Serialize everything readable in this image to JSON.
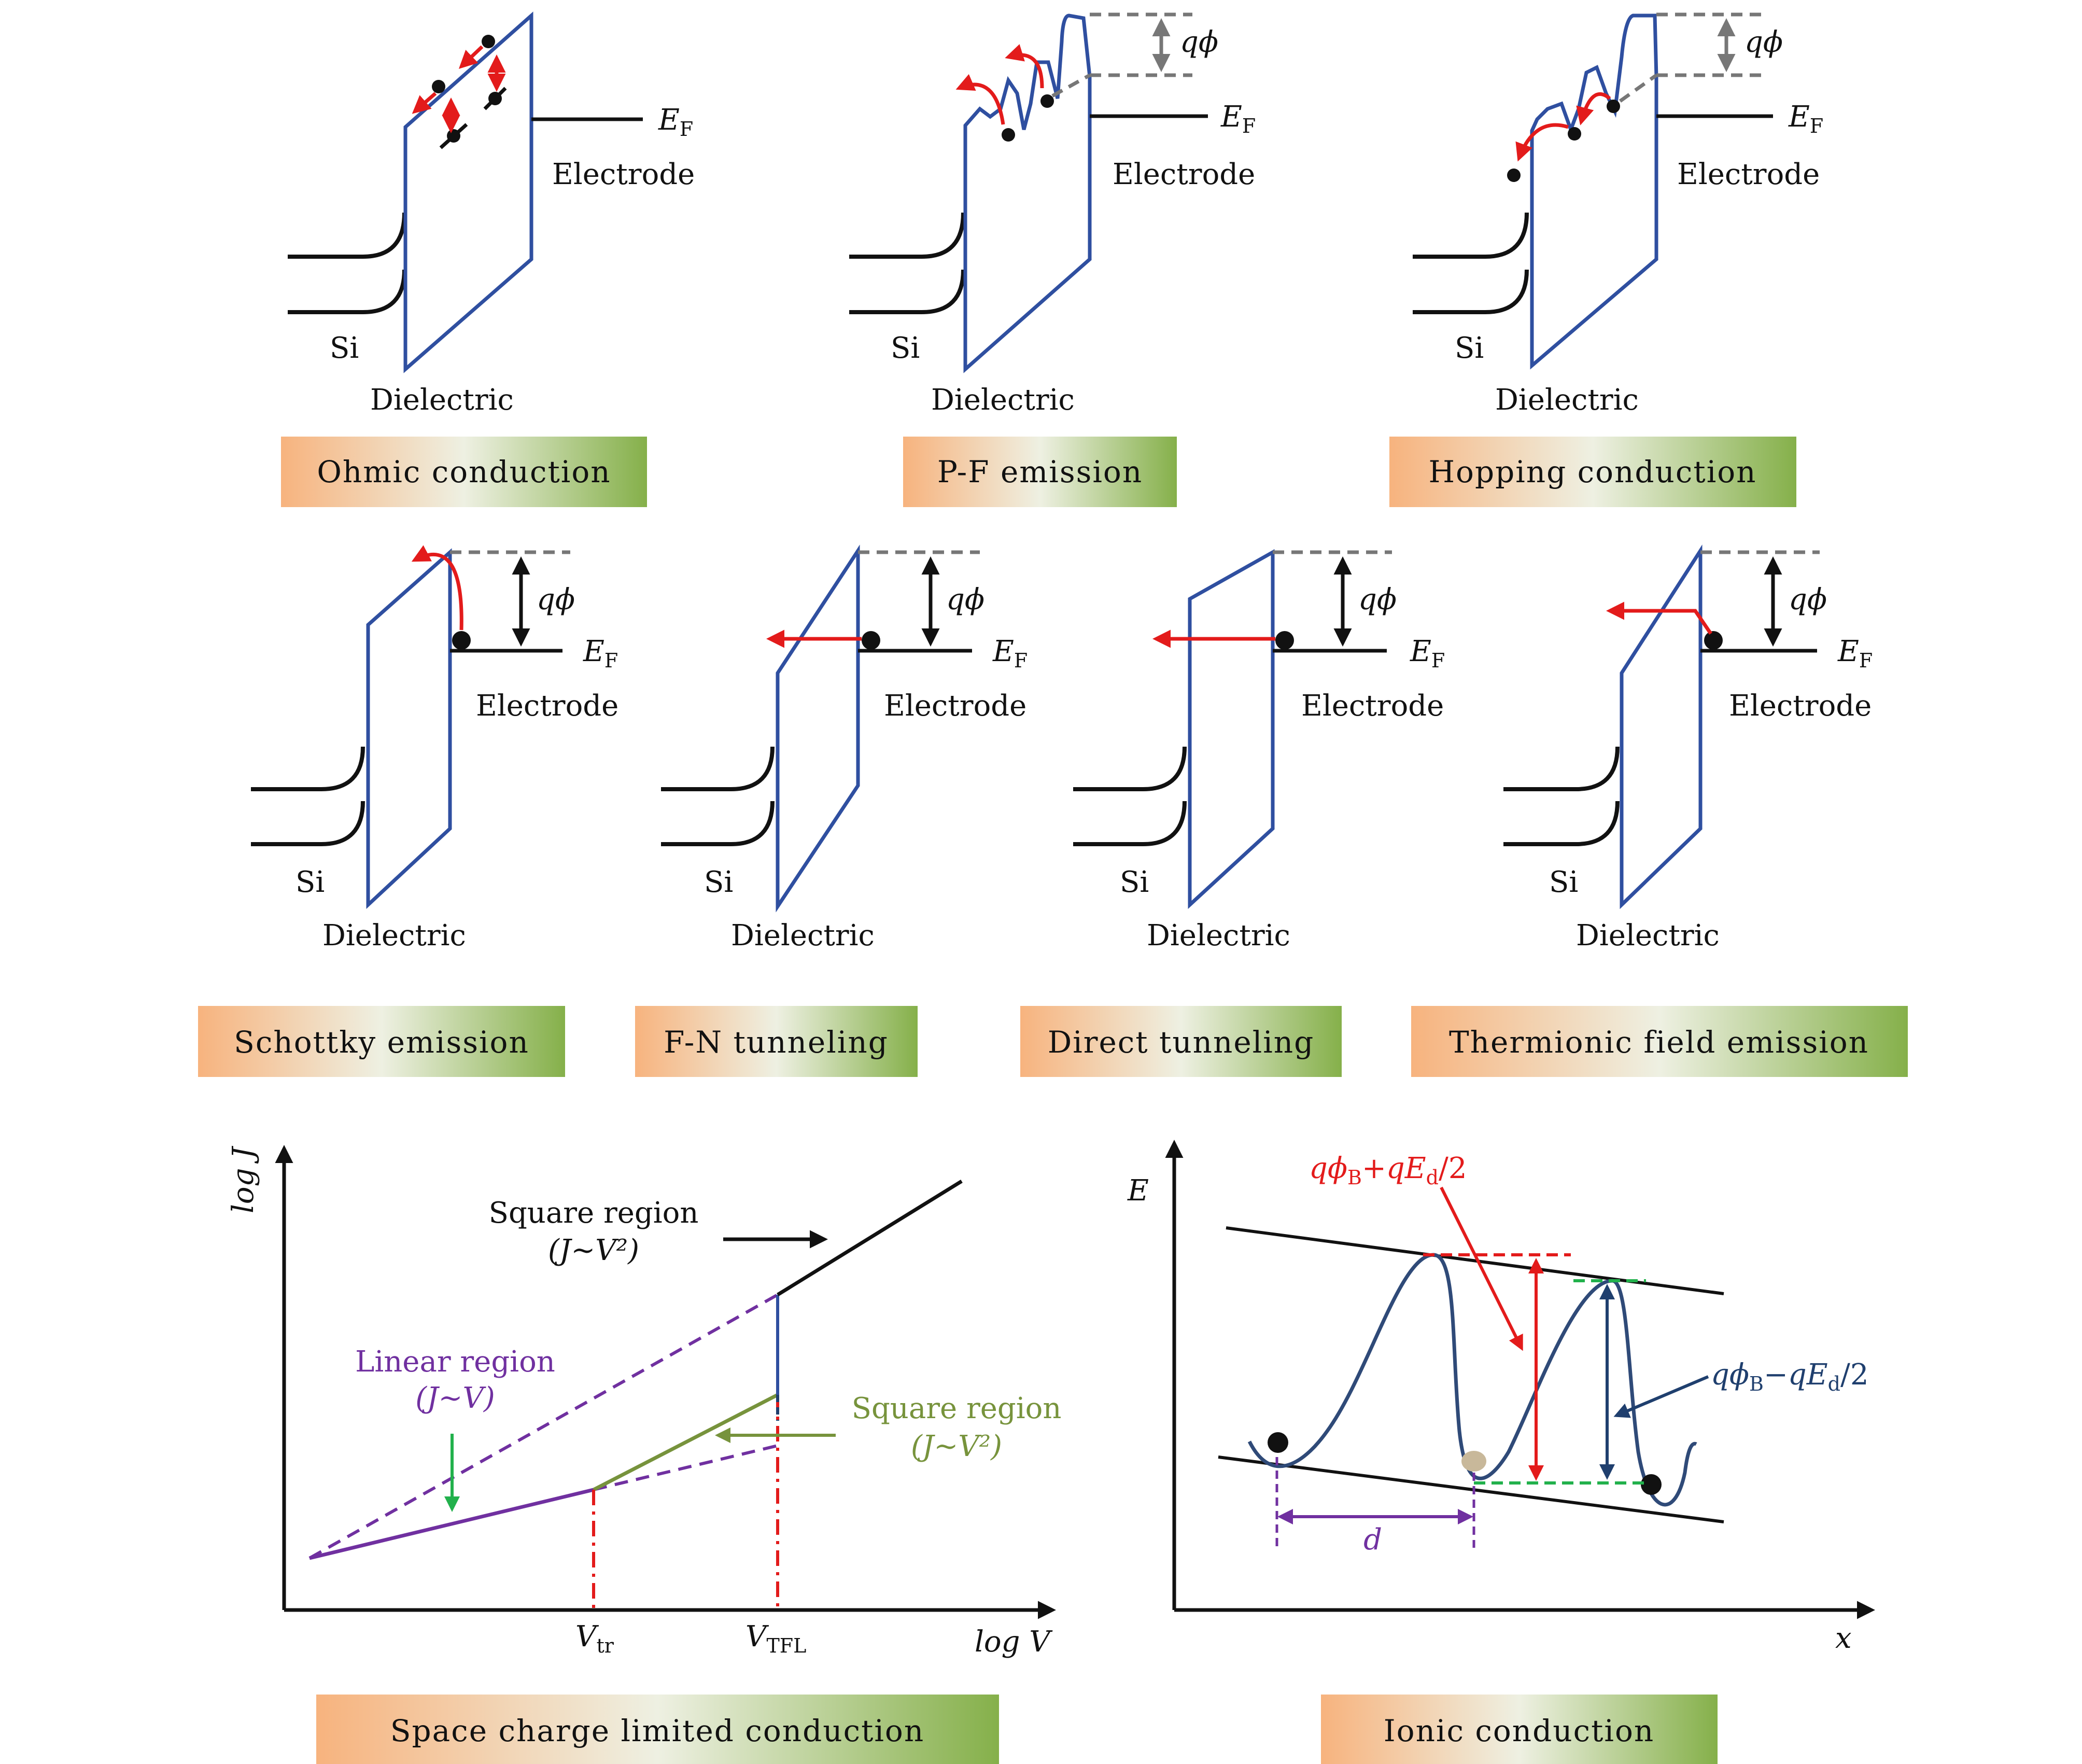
{
  "labels": {
    "ef": "E",
    "ef_sub": "F",
    "electrode": "Electrode",
    "si": "Si",
    "dielectric": "Dielectric",
    "qphi_q": "q",
    "qphi_phi": "ϕ"
  },
  "panels": [
    {
      "caption": "Ohmic conduction"
    },
    {
      "caption": "P-F emission"
    },
    {
      "caption": "Hopping conduction"
    },
    {
      "caption": "Schottky emission"
    },
    {
      "caption": "F-N tunneling"
    },
    {
      "caption": "Direct tunneling"
    },
    {
      "caption": "Thermionic field emission"
    }
  ],
  "sclc": {
    "caption": "Space charge limited conduction",
    "ylabel": "log J",
    "xlabel": "log V",
    "v_tr": "V",
    "v_tr_sub": "tr",
    "v_tfl": "V",
    "v_tfl_sub": "TFL",
    "square_top_1": "Square region",
    "square_top_2": "(J~V²)",
    "linear_1": "Linear region",
    "linear_2": "(J~V)",
    "square_mid_1": "Square region",
    "square_mid_2": "(J~V²)"
  },
  "ionic": {
    "caption": "Ionic conduction",
    "ylabel": "E",
    "xlabel": "x",
    "d": "d",
    "plus_pre": "qϕ",
    "plus_sub": "B",
    "plus_post": "+qE",
    "plus_sub2": "d",
    "plus_tail": "/2",
    "minus_pre": "qϕ",
    "minus_sub": "B",
    "minus_post": "−qE",
    "minus_sub2": "d",
    "minus_tail": "/2"
  },
  "colors": {
    "band": "#2f4fa0",
    "arrow_red": "#e31b1b",
    "purple": "#7030a0",
    "olive": "#77933c",
    "green_arrow": "#22b14c",
    "navy": "#1f3f6e",
    "gray": "#777777",
    "grad_left": "#f7b37e",
    "grad_mid": "#eef0e2",
    "grad_right": "#85b04a"
  }
}
